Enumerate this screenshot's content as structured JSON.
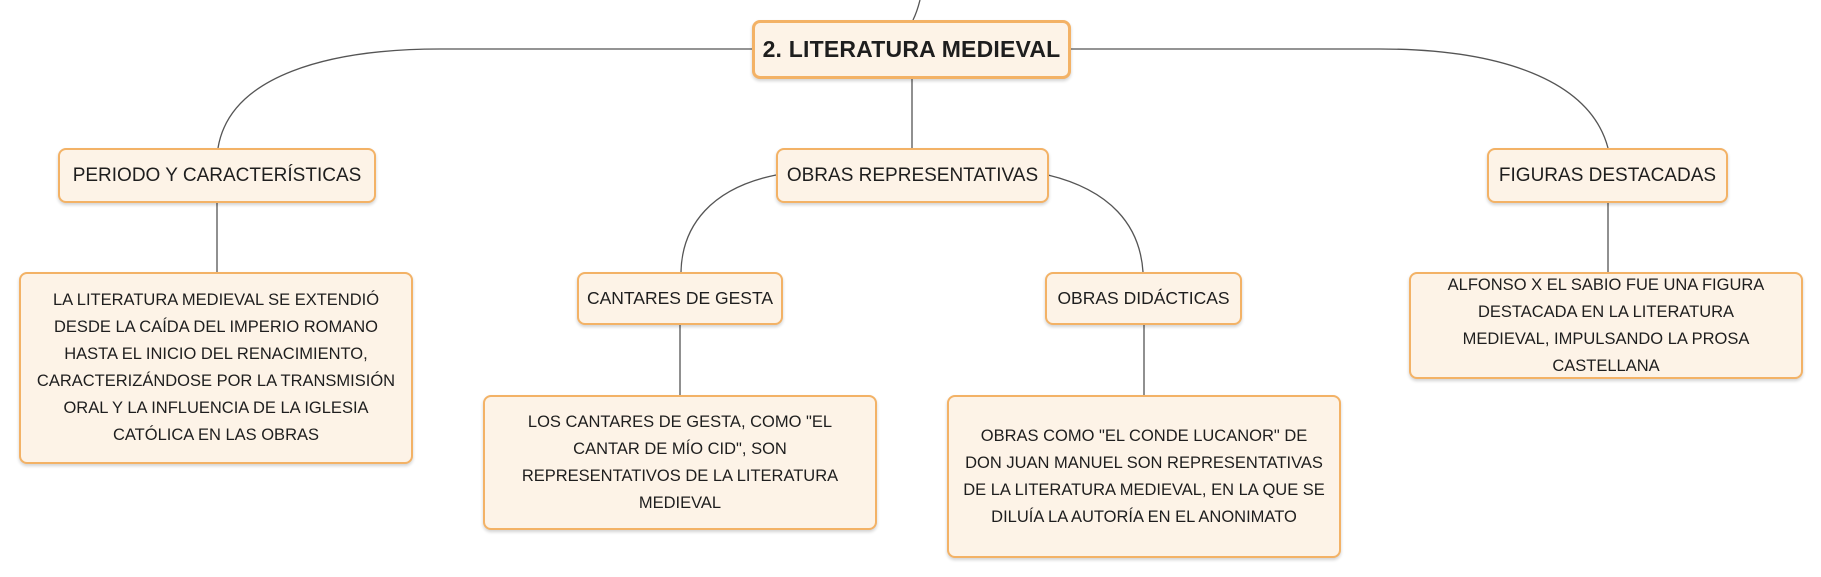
{
  "diagram": {
    "root": "2. LITERATURA MEDIEVAL",
    "branches": [
      {
        "label": "PERIODO Y CARACTERÍSTICAS",
        "note": "LA LITERATURA MEDIEVAL SE EXTENDIÓ DESDE LA CAÍDA DEL IMPERIO ROMANO HASTA EL INICIO DEL RENACIMIENTO, CARACTERIZÁNDOSE POR LA TRANSMISIÓN ORAL Y LA INFLUENCIA DE LA IGLESIA CATÓLICA EN LAS OBRAS"
      },
      {
        "label": "OBRAS REPRESENTATIVAS",
        "children": [
          {
            "label": "CANTARES DE GESTA",
            "note": "LOS CANTARES DE GESTA, COMO \"EL CANTAR DE MÍO CID\", SON REPRESENTATIVOS DE LA LITERATURA MEDIEVAL"
          },
          {
            "label": "OBRAS DIDÁCTICAS",
            "note": "OBRAS COMO \"EL CONDE LUCANOR\" DE DON JUAN MANUEL SON REPRESENTATIVAS DE LA LITERATURA MEDIEVAL, EN LA QUE SE DILUÍA LA AUTORÍA EN EL ANONIMATO"
          }
        ]
      },
      {
        "label": "FIGURAS DESTACADAS",
        "note": "ALFONSO X EL SABIO FUE UNA FIGURA DESTACADA EN LA LITERATURA MEDIEVAL, IMPULSANDO LA PROSA CASTELLANA"
      }
    ]
  },
  "style": {
    "node_border": "#f3b266",
    "node_fill": "#fdf3e7",
    "connector": "#555555"
  }
}
